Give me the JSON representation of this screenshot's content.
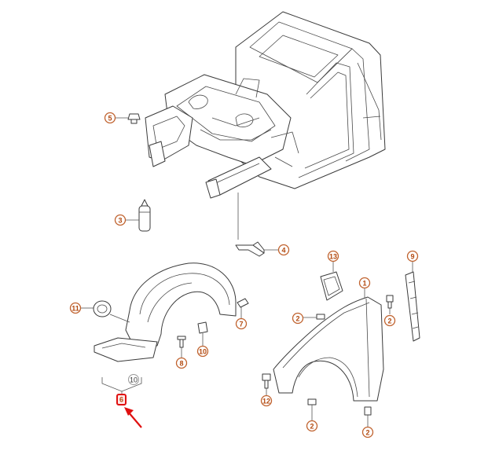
{
  "colors": {
    "accent": "#c0622e",
    "highlight": "#e01010"
  },
  "callouts": [
    {
      "id": "c5",
      "label": "5"
    },
    {
      "id": "c3",
      "label": "3"
    },
    {
      "id": "c4",
      "label": "4"
    },
    {
      "id": "c11",
      "label": "11"
    },
    {
      "id": "c7",
      "label": "7"
    },
    {
      "id": "c10a",
      "label": "10"
    },
    {
      "id": "c8",
      "label": "8"
    },
    {
      "id": "c10b",
      "label": "10"
    },
    {
      "id": "c6",
      "label": "6"
    },
    {
      "id": "c13",
      "label": "13"
    },
    {
      "id": "c1",
      "label": "1"
    },
    {
      "id": "c9",
      "label": "9"
    },
    {
      "id": "c2a",
      "label": "2"
    },
    {
      "id": "c2b",
      "label": "2"
    },
    {
      "id": "c12",
      "label": "12"
    },
    {
      "id": "c2c",
      "label": "2"
    },
    {
      "id": "c2d",
      "label": "2"
    }
  ]
}
